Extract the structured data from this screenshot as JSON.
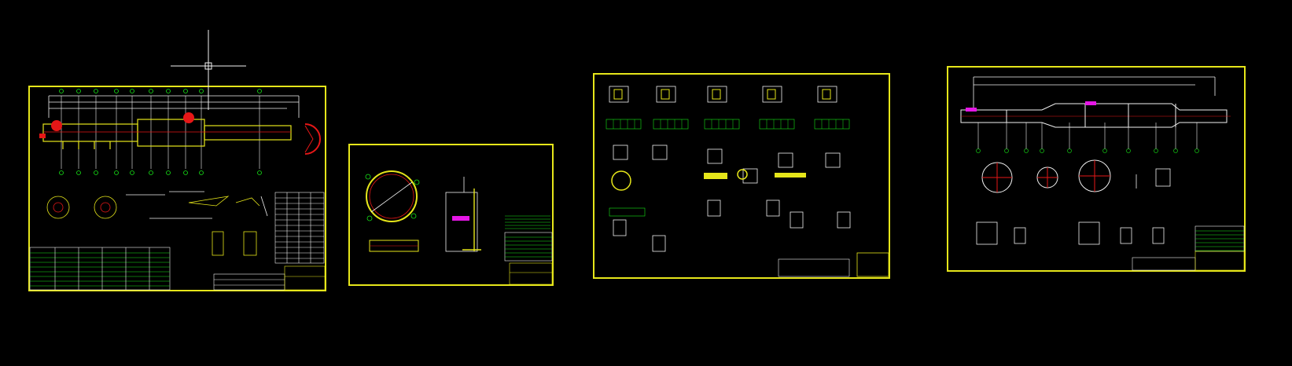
{
  "viewport": {
    "background": "#000000"
  },
  "colors": {
    "frame": "#e6e61a",
    "green": "#17e617",
    "white": "#f2f2f2",
    "red": "#e61717",
    "cyan": "#17e6e6",
    "magenta": "#e617e6",
    "blue": "#2a4cff",
    "orange": "#ffb000"
  },
  "cursor": {
    "icon": "crosshair-cursor-icon"
  },
  "sheets": [
    {
      "id": "sheet-1",
      "kind": "general-arrangement"
    },
    {
      "id": "sheet-2",
      "kind": "section-detail"
    },
    {
      "id": "sheet-3",
      "kind": "details"
    },
    {
      "id": "sheet-4",
      "kind": "elevation-and-sections"
    }
  ]
}
